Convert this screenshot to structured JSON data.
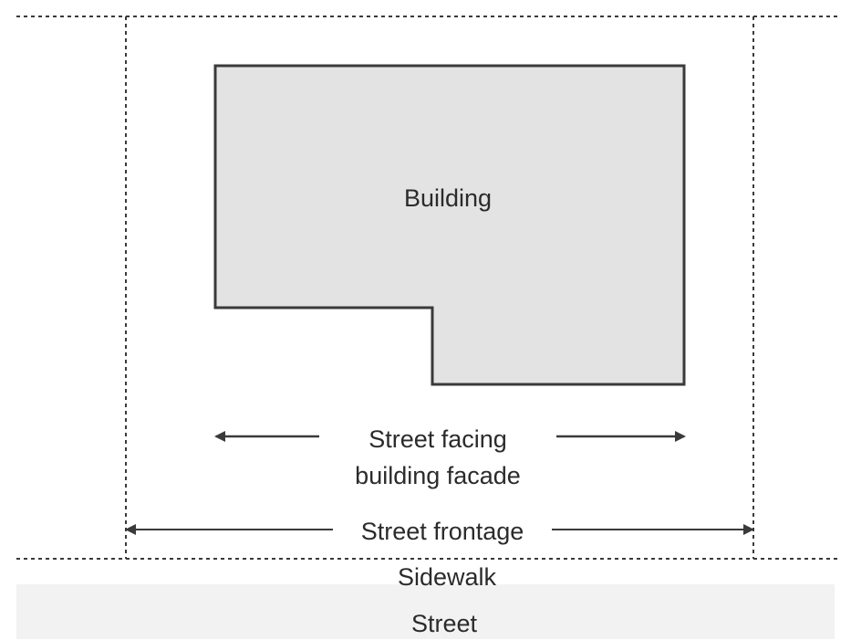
{
  "labels": {
    "building": "Building",
    "facade_line1": "Street facing",
    "facade_line2": "building facade",
    "frontage": "Street frontage",
    "sidewalk": "Sidewalk",
    "street": "Street"
  },
  "colors": {
    "building_fill": "#e3e3e3",
    "outline": "#3a3a3a",
    "street_band": "#f2f2f2",
    "text": "#2b2b2b"
  }
}
